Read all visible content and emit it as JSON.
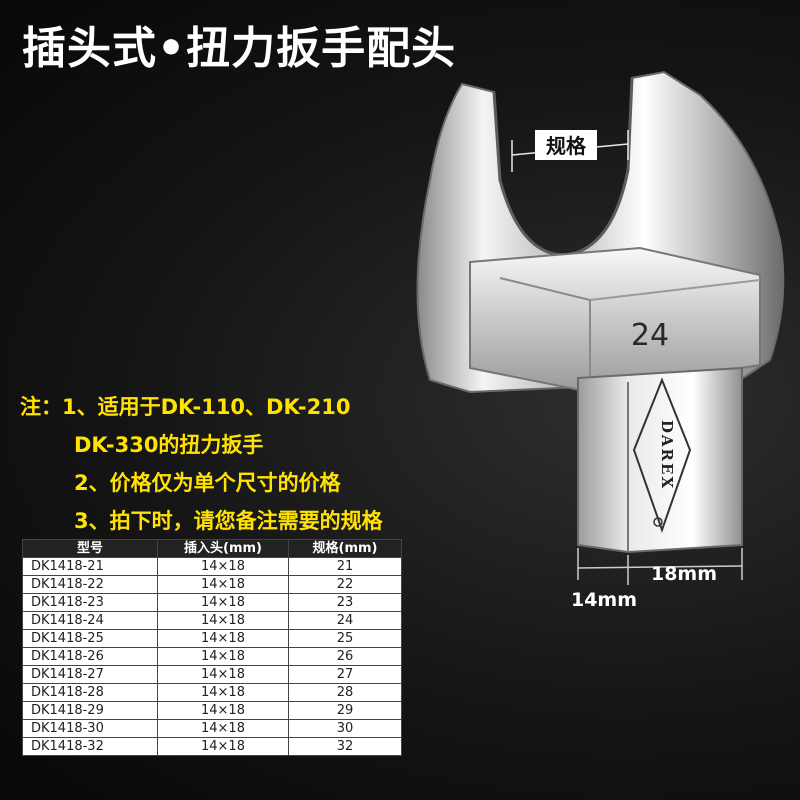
{
  "title": "插头式•扭力扳手配头",
  "product": {
    "jaw_label": "规格",
    "stamp_number": "24",
    "brand": "DAREX",
    "dim_left": "14mm",
    "dim_right": "18mm"
  },
  "notes": [
    "注：1、适用于DK-110、DK-210",
    "DK-330的扭力扳手",
    "2、价格仅为单个尺寸的价格",
    "3、拍下时，请您备注需要的规格"
  ],
  "table": {
    "headers": [
      "型号",
      "插入头(mm)",
      "规格(mm)"
    ],
    "rows": [
      [
        "DK1418-21",
        "14×18",
        "21"
      ],
      [
        "DK1418-22",
        "14×18",
        "22"
      ],
      [
        "DK1418-23",
        "14×18",
        "23"
      ],
      [
        "DK1418-24",
        "14×18",
        "24"
      ],
      [
        "DK1418-25",
        "14×18",
        "25"
      ],
      [
        "DK1418-26",
        "14×18",
        "26"
      ],
      [
        "DK1418-27",
        "14×18",
        "27"
      ],
      [
        "DK1418-28",
        "14×18",
        "28"
      ],
      [
        "DK1418-29",
        "14×18",
        "29"
      ],
      [
        "DK1418-30",
        "14×18",
        "30"
      ],
      [
        "DK1418-32",
        "14×18",
        "32"
      ]
    ]
  },
  "colors": {
    "notes": "#ffe200",
    "title": "#ffffff",
    "table_header_bg": "#222222"
  }
}
